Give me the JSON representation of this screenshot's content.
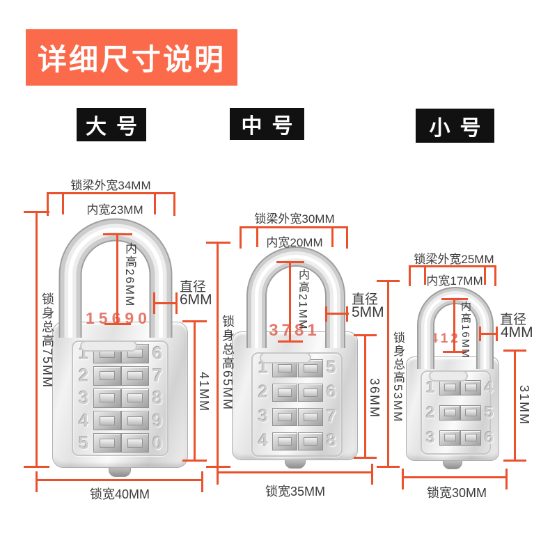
{
  "banner": {
    "title": "详细尺寸说明"
  },
  "colors": {
    "banner_bg": "#fa6a4b",
    "size_tag_bg": "#111111",
    "dimension_line": "#eb512c",
    "label_text": "#3b3b3b",
    "engraved_code": "#e06353"
  },
  "locks": [
    {
      "size_label": "大号",
      "shackle_outer_width": "锁梁外宽34MM",
      "inner_width": "内宽23MM",
      "inner_height": "内高26MM",
      "diameter_label": "直径",
      "diameter_value": "6MM",
      "body_total_height": "锁身总高75MM",
      "body_height": "41MM",
      "lock_width": "锁宽40MM",
      "engraved_code": "15690",
      "keys_left": [
        "1",
        "2",
        "3",
        "4",
        "5"
      ],
      "keys_right": [
        "6",
        "7",
        "8",
        "9",
        "0"
      ]
    },
    {
      "size_label": "中号",
      "shackle_outer_width": "锁梁外宽30MM",
      "inner_width": "内宽20MM",
      "inner_height": "内高21MM",
      "diameter_label": "直径",
      "diameter_value": "5MM",
      "body_total_height": "锁身总高65MM",
      "body_height": "36MM",
      "lock_width": "锁宽35MM",
      "engraved_code": "3781",
      "keys_left": [
        "1",
        "2",
        "3",
        "4"
      ],
      "keys_right": [
        "5",
        "6",
        "7",
        "8"
      ]
    },
    {
      "size_label": "小号",
      "shackle_outer_width": "锁梁外宽25MM",
      "inner_width": "内宽17MM",
      "inner_height": "内高16MM",
      "diameter_label": "直径",
      "diameter_value": "4MM",
      "body_total_height": "锁身总高53MM",
      "body_height": "31MM",
      "lock_width": "锁宽30MM",
      "engraved_code": "412",
      "keys_left": [
        "1",
        "2",
        "3"
      ],
      "keys_right": [
        "4",
        "5",
        "6"
      ]
    }
  ]
}
